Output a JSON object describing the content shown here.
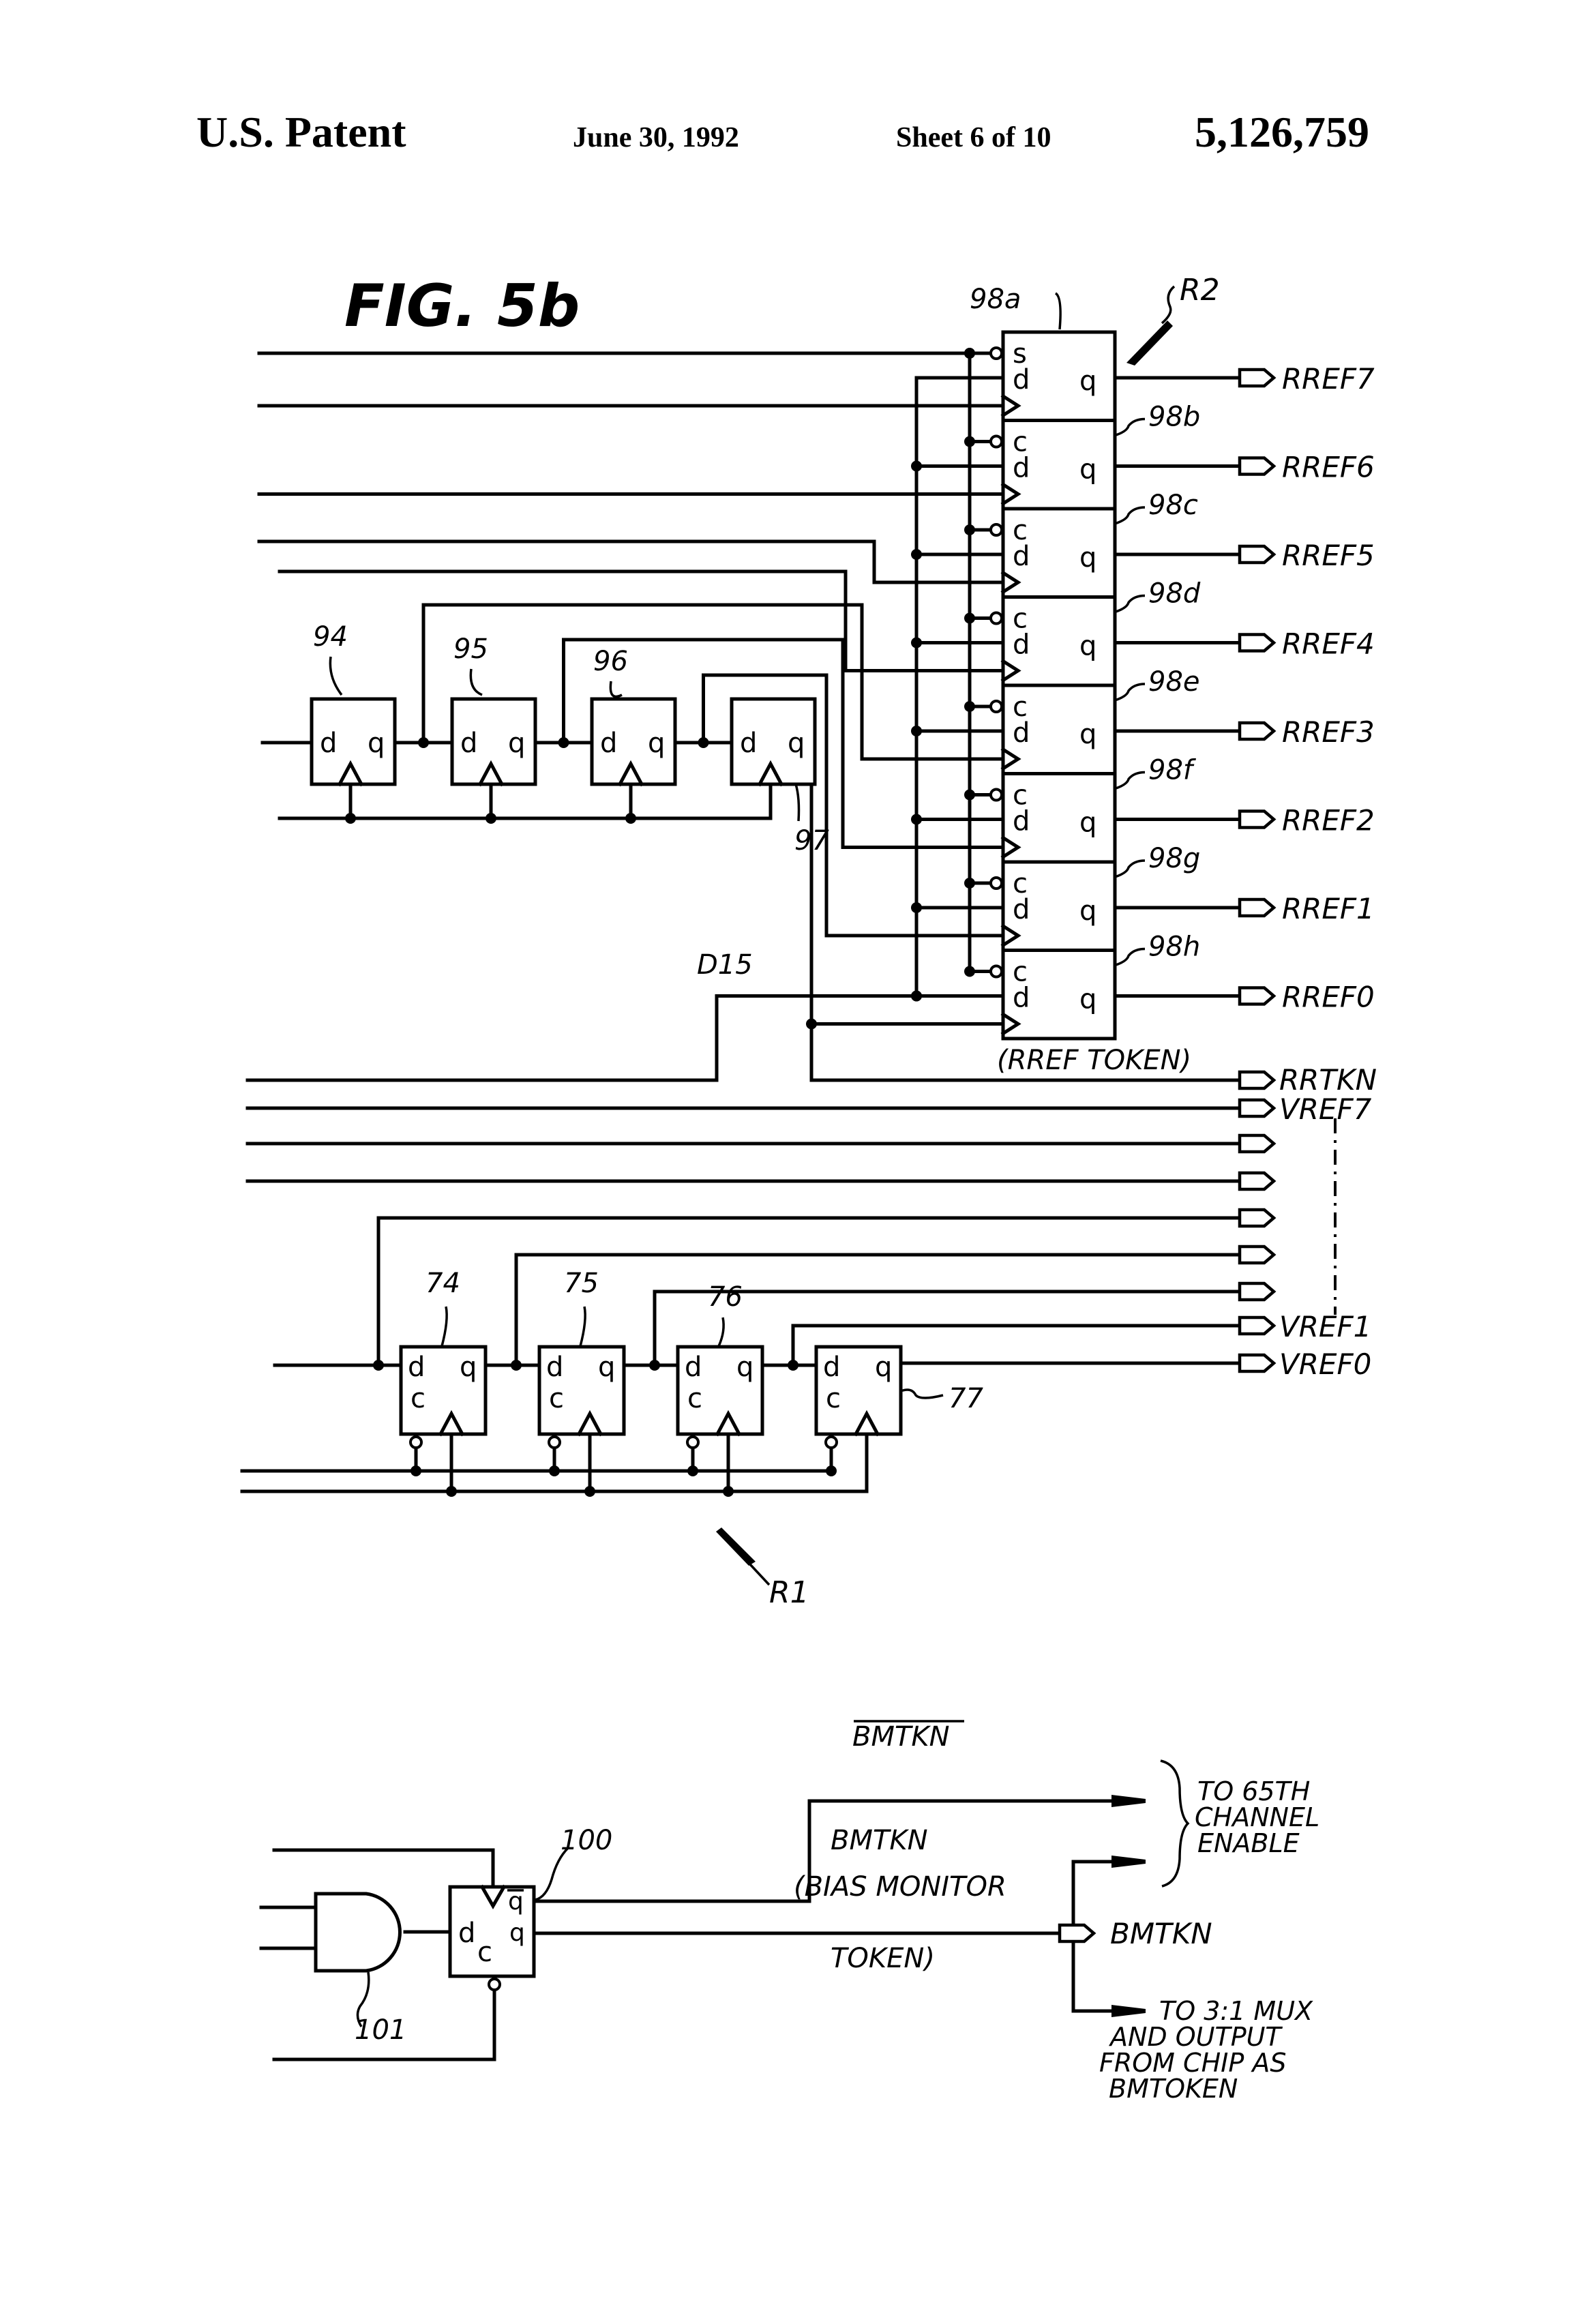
{
  "header": {
    "patent_label": "U.S. Patent",
    "date": "June 30, 1992",
    "sheet": "Sheet 6 of 10",
    "patent_number": "5,126,759"
  },
  "figure": {
    "title": "FIG. 5b",
    "register_r2": {
      "label": "R2",
      "cells": [
        {
          "ref": "98a",
          "inputs": [
            "s",
            "d"
          ],
          "output": "q",
          "signal": "RREF7"
        },
        {
          "ref": "98b",
          "inputs": [
            "c",
            "d"
          ],
          "output": "q",
          "signal": "RREF6"
        },
        {
          "ref": "98c",
          "inputs": [
            "c",
            "d"
          ],
          "output": "q",
          "signal": "RREF5"
        },
        {
          "ref": "98d",
          "inputs": [
            "c",
            "d"
          ],
          "output": "q",
          "signal": "RREF4"
        },
        {
          "ref": "98e",
          "inputs": [
            "c",
            "d"
          ],
          "output": "q",
          "signal": "RREF3"
        },
        {
          "ref": "98f",
          "inputs": [
            "c",
            "d"
          ],
          "output": "q",
          "signal": "RREF2"
        },
        {
          "ref": "98g",
          "inputs": [
            "c",
            "d"
          ],
          "output": "q",
          "signal": "RREF1"
        },
        {
          "ref": "98h",
          "inputs": [
            "c",
            "d"
          ],
          "output": "q",
          "signal": "RREF0"
        }
      ],
      "token_note": "(RREF TOKEN)",
      "token_signal": "RRTKN"
    },
    "shift_chain": {
      "stages": [
        {
          "ref": "94",
          "d": "d",
          "q": "q"
        },
        {
          "ref": "95",
          "d": "d",
          "q": "q"
        },
        {
          "ref": "96",
          "d": "d",
          "q": "q"
        },
        {
          "ref": "97",
          "d": "d",
          "q": "q"
        }
      ],
      "data_label": "D15"
    },
    "register_r1": {
      "label": "R1",
      "stages": [
        {
          "ref": "74",
          "d": "d",
          "c": "c",
          "q": "q"
        },
        {
          "ref": "75",
          "d": "d",
          "c": "c",
          "q": "q"
        },
        {
          "ref": "76",
          "d": "d",
          "c": "c",
          "q": "q"
        },
        {
          "ref": "77",
          "d": "d",
          "c": "c",
          "q": "q"
        }
      ],
      "outputs": [
        "VREF7",
        "",
        "",
        "",
        "",
        "",
        "VREF1",
        "VREF0"
      ]
    },
    "bias_monitor": {
      "and_gate_ref": "101",
      "flipflop_ref": "100",
      "ff_pins": {
        "d": "d",
        "c": "c",
        "q": "q",
        "qbar": "q"
      },
      "inverted_signal": "BMTKN",
      "signal_name": "BMTKN",
      "signal_desc_line1": "(BIAS MONITOR",
      "signal_desc_line2": "TOKEN)",
      "output_connector_label": "BMTKN",
      "dest_enable": [
        "TO 65TH",
        "CHANNEL",
        "ENABLE"
      ],
      "dest_mux": [
        "TO 3:1 MUX",
        "AND OUTPUT",
        "FROM CHIP AS",
        "BMTOKEN"
      ]
    }
  }
}
